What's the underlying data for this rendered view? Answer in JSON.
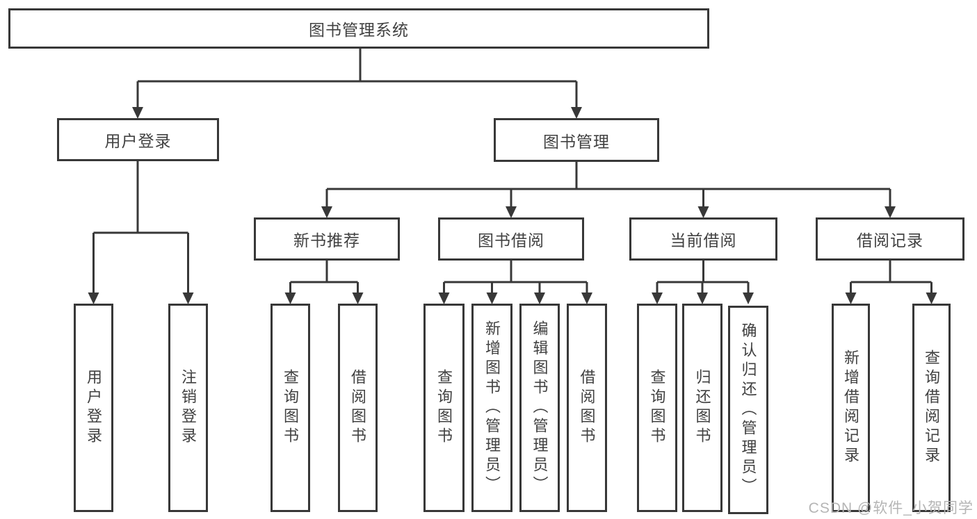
{
  "nodes": {
    "root": "图书管理系统",
    "user_login": "用户登录",
    "book_mgmt": "图书管理",
    "new_book_rec": "新书推荐",
    "book_borrow": "图书借阅",
    "current_borrow": "当前借阅",
    "borrow_records": "借阅记录",
    "ul_login": "用户登录",
    "ul_logout": "注销登录",
    "nb_query": "查询图书",
    "nb_borrow": "借阅图书",
    "bb_query": "查询图书",
    "bb_add": "新增图书（管理员）",
    "bb_edit": "编辑图书（管理员）",
    "bb_borrow": "借阅图书",
    "cb_query": "查询图书",
    "cb_return": "归还图书",
    "cb_confirm": "确认归还（管理员）",
    "br_add": "新增借阅记录",
    "br_query": "查询借阅记录"
  },
  "hierarchy": {
    "图书管理系统": {
      "用户登录": [
        "用户登录",
        "注销登录"
      ],
      "图书管理": {
        "新书推荐": [
          "查询图书",
          "借阅图书"
        ],
        "图书借阅": [
          "查询图书",
          "新增图书（管理员）",
          "编辑图书（管理员）",
          "借阅图书"
        ],
        "当前借阅": [
          "查询图书",
          "归还图书",
          "确认归还（管理员）"
        ],
        "借阅记录": [
          "新增借阅记录",
          "查询借阅记录"
        ]
      }
    }
  },
  "watermark": "CSDN @软件_小贺同学",
  "colors": {
    "line": "#383838",
    "box_border": "#383838",
    "text": "#414141",
    "watermark": "#b5b5b5",
    "background": "#ffffff"
  }
}
